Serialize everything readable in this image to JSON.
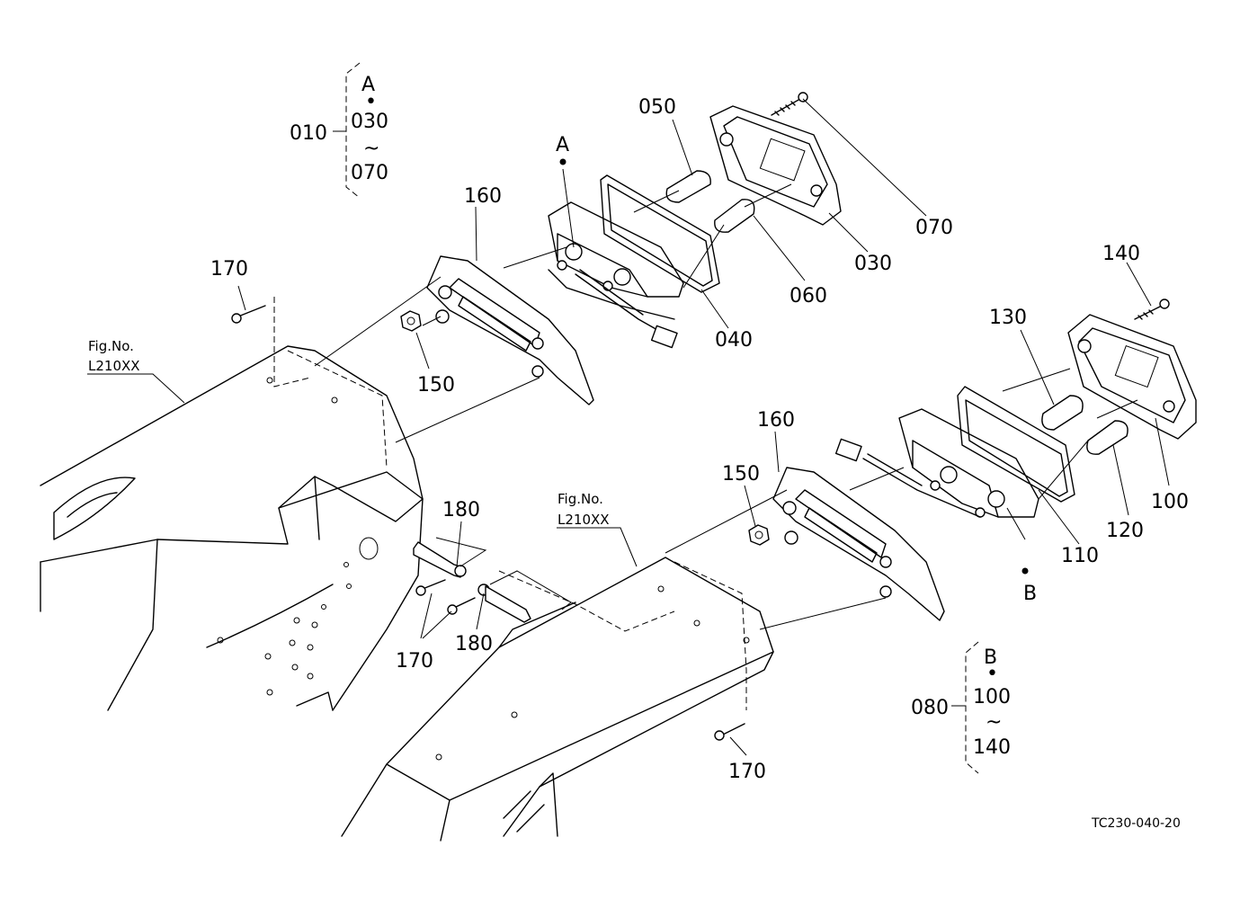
{
  "figure_code": "TC230-040-20",
  "group_A": {
    "part": "010",
    "marker": "A",
    "dot": "•",
    "from": "030",
    "tilde": "~",
    "to": "070"
  },
  "group_B": {
    "part": "080",
    "marker": "B",
    "dot": "•",
    "from": "100",
    "tilde": "~",
    "to": "140"
  },
  "reference_left": {
    "title": "Fig.No.",
    "code": "L210XX"
  },
  "reference_right": {
    "title": "Fig.No.",
    "code": "L210XX"
  },
  "callouts": {
    "p030": "030",
    "p040": "040",
    "p050": "050",
    "p060": "060",
    "p070": "070",
    "p100": "100",
    "p110": "110",
    "p120": "120",
    "p130": "130",
    "p140": "140",
    "p150_left": "150",
    "p150_right": "150",
    "p160_left": "160",
    "p160_right": "160",
    "p170_top": "170",
    "p170_mid": "170",
    "p170_bottom": "170",
    "p180_top": "180",
    "p180_bottom": "180",
    "marker_A": "A",
    "marker_B": "B"
  }
}
